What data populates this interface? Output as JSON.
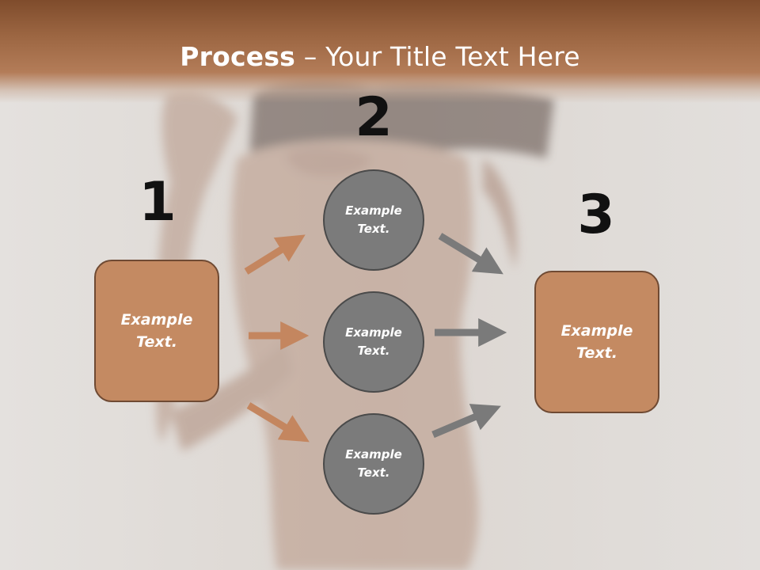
{
  "title": {
    "bold": "Process",
    "rest": " – Your Title Text Here"
  },
  "steps": [
    {
      "number": "1"
    },
    {
      "number": "2"
    },
    {
      "number": "3"
    }
  ],
  "left_box": {
    "text": "Example\nText."
  },
  "circles": [
    {
      "text": "Example\nText."
    },
    {
      "text": "Example\nText."
    },
    {
      "text": "Example\nText."
    }
  ],
  "right_box": {
    "text": "Example\nText."
  },
  "colors": {
    "title_bar": "#9c6642",
    "box_fill": "#c48a62",
    "circle_fill": "#7b7b7b",
    "left_arrows": "#c4865f",
    "right_arrows": "#7a7a7a"
  }
}
